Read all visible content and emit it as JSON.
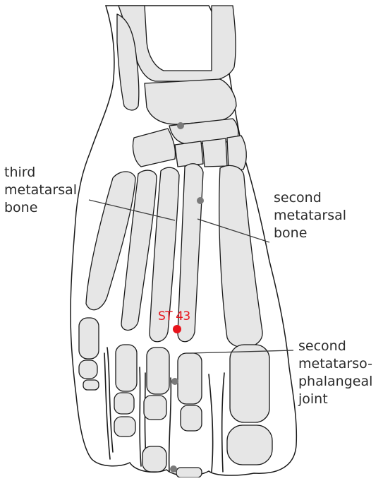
{
  "labels": {
    "third_metatarsal": "third\nmetatarsal\nbone",
    "second_metatarsal": "second\nmetatarsal\nbone",
    "second_mtp_joint": "second\nmetatarso-\nphalangeal\njoint"
  },
  "acupoint": {
    "name": "ST 43",
    "color": "#e8141c"
  },
  "colors": {
    "bone_fill": "#e6e6e6",
    "outline": "#1a1a1a",
    "marker_gray": "#7a7a7a",
    "text": "#2b2b2b"
  }
}
